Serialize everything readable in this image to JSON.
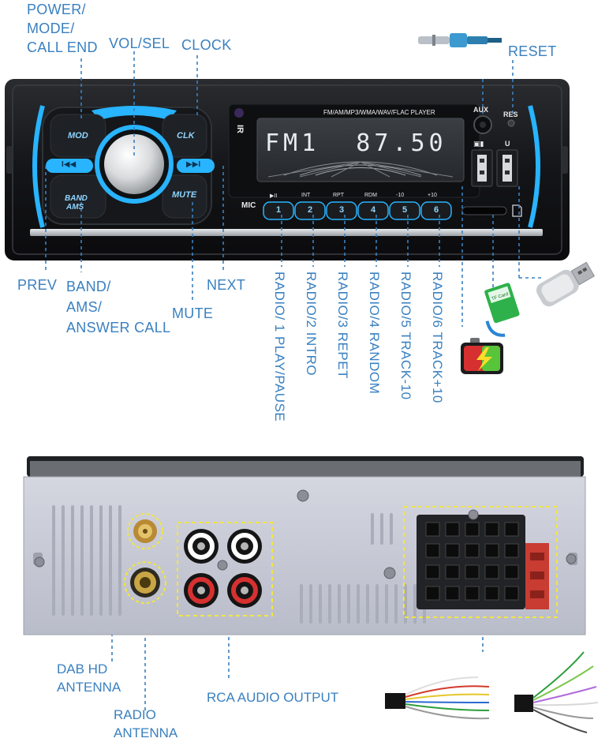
{
  "callouts": {
    "power": [
      "POWER/",
      "MODE/",
      "CALL END"
    ],
    "vol": "VOL/SEL",
    "clock": "CLOCK",
    "reset": "RESET",
    "prev": "PREV",
    "band": [
      "BAND/",
      "AMS/",
      "ANSWER CALL"
    ],
    "mute": "MUTE",
    "next": "NEXT",
    "radio1": "RADIO/ 1 PLAY/PAUSE",
    "radio2": "RADIO/2 INTRO",
    "radio3": "RADIO/3 REPET",
    "radio4": "RADIO/4 RANDOM",
    "radio5": "RADIO/5 TRACK-10",
    "radio6": "RADIO/6 TRACK+10",
    "dab": [
      "DAB HD",
      "ANTENNA"
    ],
    "radio_ant": [
      "RADIO",
      "ANTENNA"
    ],
    "rca": "RCA AUDIO OUTPUT"
  },
  "unit": {
    "player_label": "FM/AM/MP3/WMA/WAV/FLAC  PLAYER",
    "display_text": "FM1  87.50",
    "aux_label": "AUX",
    "res_label": "RES",
    "mic_label": "MIC",
    "ir_label": "IR",
    "usb_port1_label": "▣▮",
    "usb_port2_label": "U",
    "buttons": {
      "mod": "MOD",
      "clk": "CLK",
      "band": "BAND",
      "ams": "AMS",
      "mute": "MUTE",
      "prev": "I◀◀",
      "next": "▶▶I"
    },
    "preset_keys": [
      {
        "top": "▶II",
        "num": "1"
      },
      {
        "top": "INT",
        "num": "2"
      },
      {
        "top": "RPT",
        "num": "3"
      },
      {
        "top": "RDM",
        "num": "4"
      },
      {
        "top": "-10",
        "num": "5"
      },
      {
        "top": "+10",
        "num": "6"
      }
    ],
    "tf_card_label": "TF Card"
  },
  "colors": {
    "callout": "#3a80c0",
    "accent_blue": "#28b4ff",
    "lcd_bg": "#2f3236",
    "chassis": "#c9cbd6",
    "highlight_box": "#f2e640",
    "rca_red": "#d63030",
    "connector_red": "#c83c32"
  },
  "icons": [
    "aux-plug-icon",
    "usb-stick-icon",
    "tf-card-icon",
    "battery-charging-icon",
    "wire-harness-icon"
  ]
}
